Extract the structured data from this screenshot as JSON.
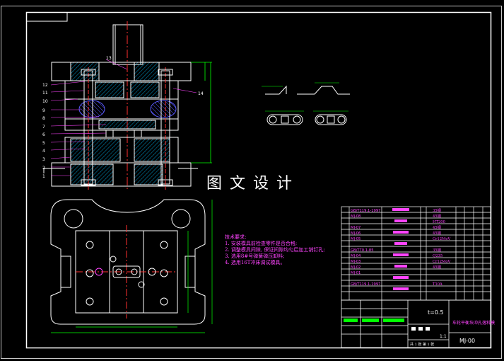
{
  "colors": {
    "background": "#000000",
    "border": "#ffffff",
    "outer_frame": "#c8c8c8",
    "dimension": "#00ff00",
    "centerline": "#ff3030",
    "hatch": "#00c0ff",
    "spring": "#5a5aff",
    "annotation": "#ff44ff",
    "text_green": "#00ff00",
    "text_white": "#ffffff"
  },
  "watermark": "图 文 设 计",
  "section_view": {
    "top_label": "13",
    "left_labels": [
      "12",
      "11",
      "10",
      "9",
      "8",
      "7",
      "6",
      "5",
      "4",
      "3",
      "2",
      "1"
    ],
    "right_label": "14"
  },
  "tech_notes": {
    "title": "技术要求:",
    "items": [
      "1. 安装模具前检查零件是否合格;",
      "2. 调整模具间隙, 保证间隙均匀后加工销钉孔;",
      "3. 选用8#号弹簧弹压卸料;",
      "4. 选用16T冲床调试模具。"
    ]
  },
  "bom": {
    "codes": [
      "GB/T119.1-1997",
      "MJ-08",
      "MJ-07",
      "MJ-06",
      "MJ-05",
      "GB/T70.1-85",
      "MJ-04",
      "MJ-03",
      "MJ-02",
      "MJ-01",
      "GB/T119.1-1997"
    ],
    "materials": [
      "35钢",
      "45钢",
      "HT200",
      "45钢",
      "45钢",
      "Cr12MoV",
      "35钢",
      "Q235",
      "Cr12MoV",
      "45钢",
      "T10A"
    ]
  },
  "title_block": {
    "scale_text": "1:1",
    "thickness": "t=0.5",
    "part_name": "车轮平衡块冲孔落料模",
    "drawing_no": "MJ-00",
    "sheet": "共 1 张  第 1 张"
  }
}
